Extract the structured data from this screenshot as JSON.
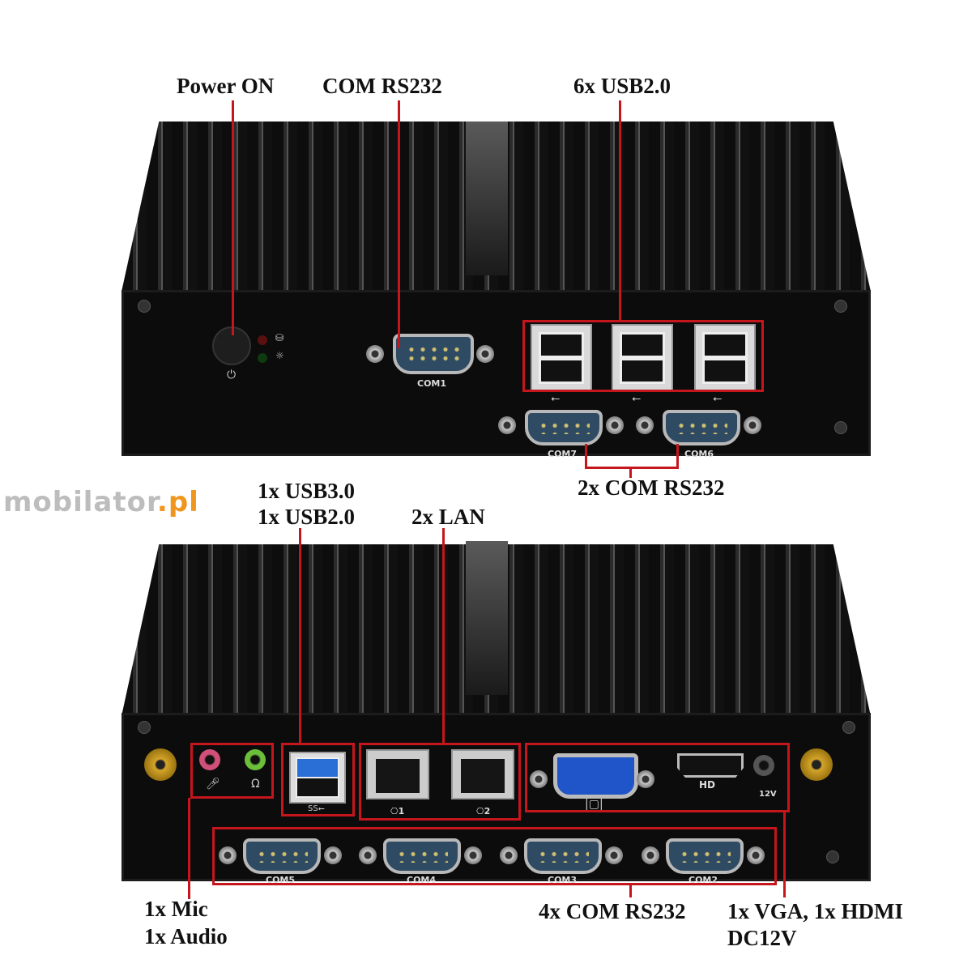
{
  "top_device": {
    "labels": {
      "power": "Power ON",
      "com": "COM RS232",
      "usb": "6x USB2.0",
      "com_pair": "2x COM RS232"
    },
    "ports": {
      "com1": "COM1",
      "com7": "COM7",
      "com6": "COM6"
    }
  },
  "bottom_device": {
    "labels": {
      "usb_line1": "1x USB3.0",
      "usb_line2": "1x USB2.0",
      "lan": "2x LAN",
      "mic": "1x Mic",
      "audio": "1x Audio",
      "com": "4x COM RS232",
      "video": "1x VGA, 1x HDMI",
      "power": "DC12V"
    },
    "ports": {
      "com5": "COM5",
      "com4": "COM4",
      "com3": "COM3",
      "com2": "COM2",
      "hdmi": "HD",
      "dc": "12V",
      "lan1": "1",
      "lan2": "2"
    }
  },
  "watermark": "mobilator.pl",
  "colors": {
    "annotation": "#c4161c",
    "chassis": "#0c0c0c",
    "usb3": "#2a6fd6",
    "vga": "#1f55c8"
  }
}
